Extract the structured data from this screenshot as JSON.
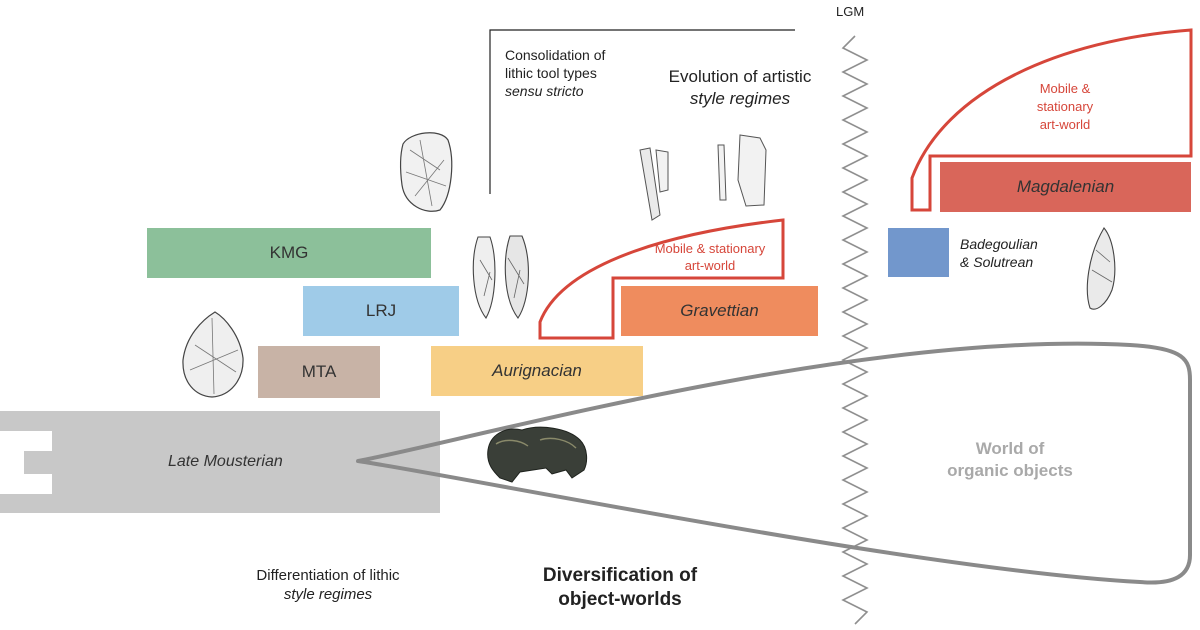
{
  "lgm_label": "LGM",
  "consolidation": {
    "line1": "Consolidation of",
    "line2": "lithic tool types",
    "line3": "sensu stricto"
  },
  "evolution": {
    "line1": "Evolution of artistic",
    "line2": "style regimes"
  },
  "differentiation": {
    "line1": "Differentiation of lithic",
    "line2": "style regimes"
  },
  "diversification": {
    "line1": "Diversification of",
    "line2": "object-worlds"
  },
  "world_organic": {
    "line1": "World of",
    "line2": "organic objects"
  },
  "art_world_1": {
    "line1": "Mobile & stationary",
    "line2": "art-world"
  },
  "art_world_2": {
    "line1": "Mobile &",
    "line2": "stationary",
    "line3": "art-world"
  },
  "boxes": {
    "kmg": "KMG",
    "lrj": "LRJ",
    "mta": "MTA",
    "aurignacian": "Aurignacian",
    "gravettian": "Gravettian",
    "magdalenian": "Magdalenian",
    "late_mousterian": "Late Mousterian"
  },
  "badegoulian": {
    "line1": "Badegoulian",
    "line2": "& Solutrean"
  },
  "colors": {
    "kmg": "#8cc09a",
    "lrj": "#9fcbe8",
    "mta": "#c8b3a6",
    "aurignacian": "#f7cf86",
    "gravettian": "#ef8c5e",
    "magdalenian": "#d9665a",
    "badegoulian": "#7297cc",
    "mousterian": "#c8c8c8",
    "art_outline": "#d6463a",
    "organic_outline": "#8a8a8a"
  }
}
